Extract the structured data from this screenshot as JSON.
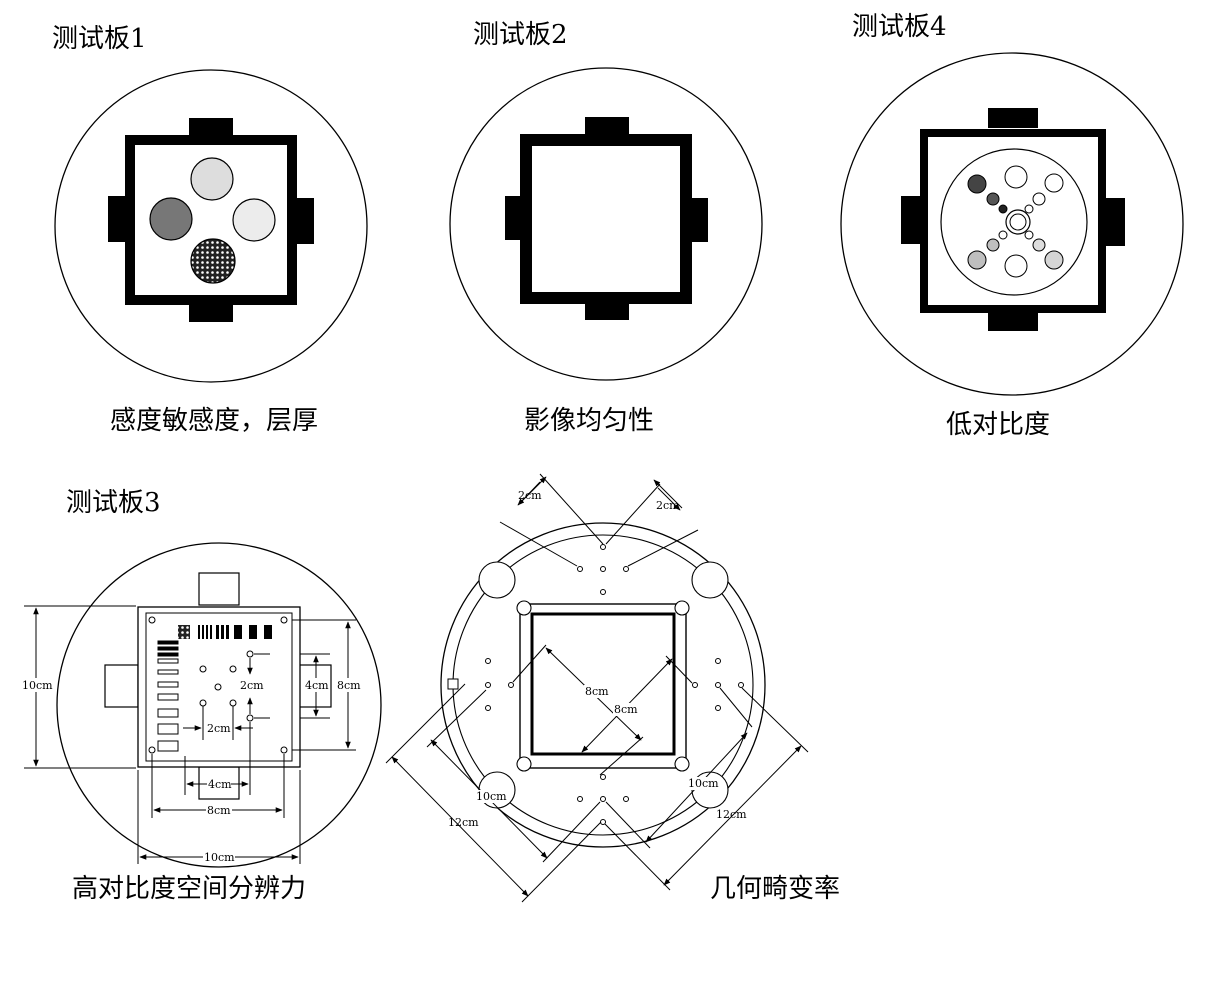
{
  "panels": {
    "board1": {
      "title": "测试板1",
      "caption": "感度敏感度，层厚"
    },
    "board2": {
      "title": "测试板2",
      "caption": "影像均匀性"
    },
    "board4": {
      "title": "测试板4",
      "caption": "低对比度"
    },
    "board3": {
      "title": "测试板3",
      "caption": "高对比度空间分辨力",
      "dims": {
        "outer_height": "10cm",
        "inner_height": "8cm",
        "hole_vertical": "4cm",
        "hole_small_v": "2cm",
        "hole_small_h": "2cm",
        "hole_horizontal": "4cm",
        "inner_width": "8cm",
        "outer_width": "10cm"
      }
    },
    "geometry": {
      "caption": "几何畸变率",
      "dims": {
        "top_left_2cm": "2cm",
        "top_right_2cm": "2cm",
        "diag_a_8cm": "8cm",
        "diag_b_8cm": "8cm",
        "left_10cm": "10cm",
        "right_10cm": "10cm",
        "left_12cm": "12cm",
        "right_12cm": "12cm"
      }
    }
  },
  "colors": {
    "line": "#000000",
    "dark_gray": "#777777",
    "mid_gray": "#bfbfbf",
    "light_gray": "#dddddd"
  }
}
